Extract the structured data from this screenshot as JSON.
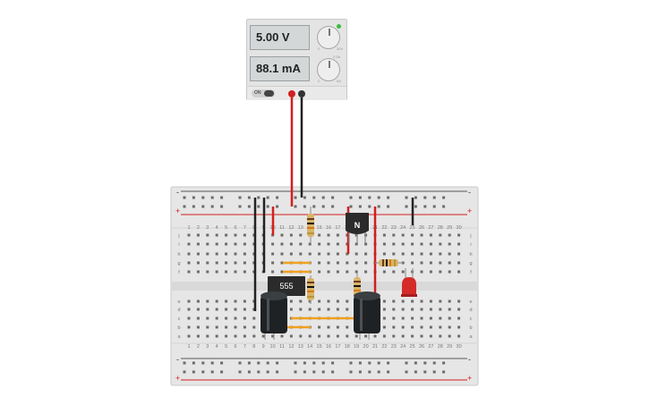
{
  "power_supply": {
    "voltage_display": "5.00 V",
    "current_display": "88.1 mA",
    "switch_label": "ON",
    "power_on": true,
    "voltage_knob_labels": [
      "30V",
      "0"
    ],
    "current_knob_labels": [
      "0.5A",
      "0",
      "5A"
    ],
    "indicator_color": "#3bbf3b"
  },
  "breadboard": {
    "rail_signs": {
      "plus": "+",
      "minus": "-"
    },
    "row_letters_top": [
      "j",
      "i",
      "h",
      "g",
      "f"
    ],
    "row_letters_bottom": [
      "e",
      "d",
      "c",
      "b",
      "a"
    ],
    "column_numbers": [
      "1",
      "2",
      "3",
      "4",
      "5",
      "6",
      "7",
      "8",
      "9",
      "10",
      "11",
      "12",
      "13",
      "14",
      "15",
      "16",
      "17",
      "18",
      "19",
      "20",
      "21",
      "22",
      "23",
      "24",
      "25",
      "26",
      "27",
      "28",
      "29",
      "30"
    ]
  },
  "components": {
    "timer_ic_label": "555",
    "transistor_label": "N",
    "led_color": "#d42a2a",
    "wire_colors": {
      "positive": "#d21f1f",
      "ground": "#222222",
      "jumper": "#f0a020"
    }
  }
}
